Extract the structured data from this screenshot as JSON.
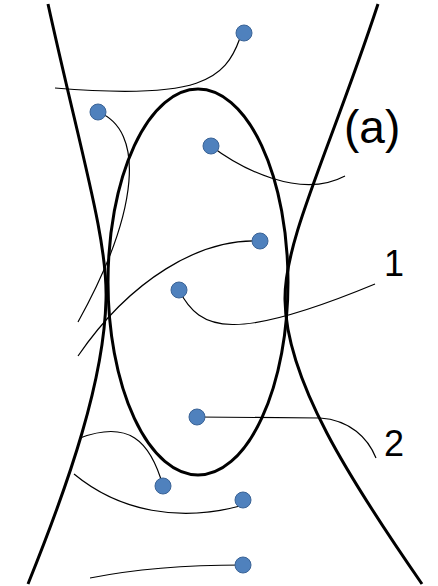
{
  "diagram": {
    "labels": [
      "(a)",
      "1",
      "2"
    ]
  }
}
